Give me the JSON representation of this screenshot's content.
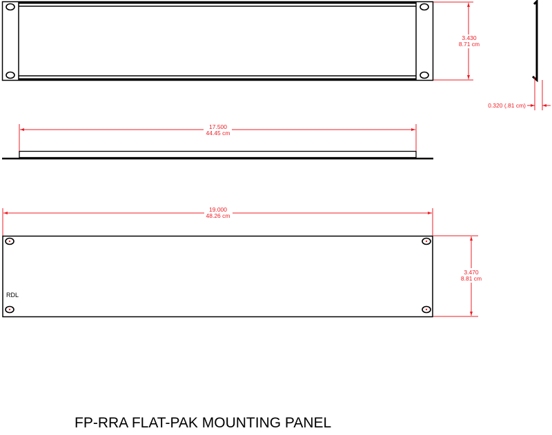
{
  "title": "FP-RRA FLAT-PAK MOUNTING PANEL",
  "colors": {
    "dimension": "#ee1c24",
    "outline": "#000000",
    "background": "#ffffff"
  },
  "top_view": {
    "height_dim": {
      "inches": "3.430",
      "cm": "8.71 cm"
    }
  },
  "side_profile": {
    "thickness_dim": {
      "label": "0.320 (.81 cm)"
    }
  },
  "middle_view": {
    "width_dim": {
      "inches": "17.500",
      "cm": "44.45 cm"
    }
  },
  "front_view": {
    "width_dim": {
      "inches": "19.000",
      "cm": "48.26 cm"
    },
    "height_dim": {
      "inches": "3.470",
      "cm": "8.81 cm"
    },
    "brand_label": "RDL"
  }
}
